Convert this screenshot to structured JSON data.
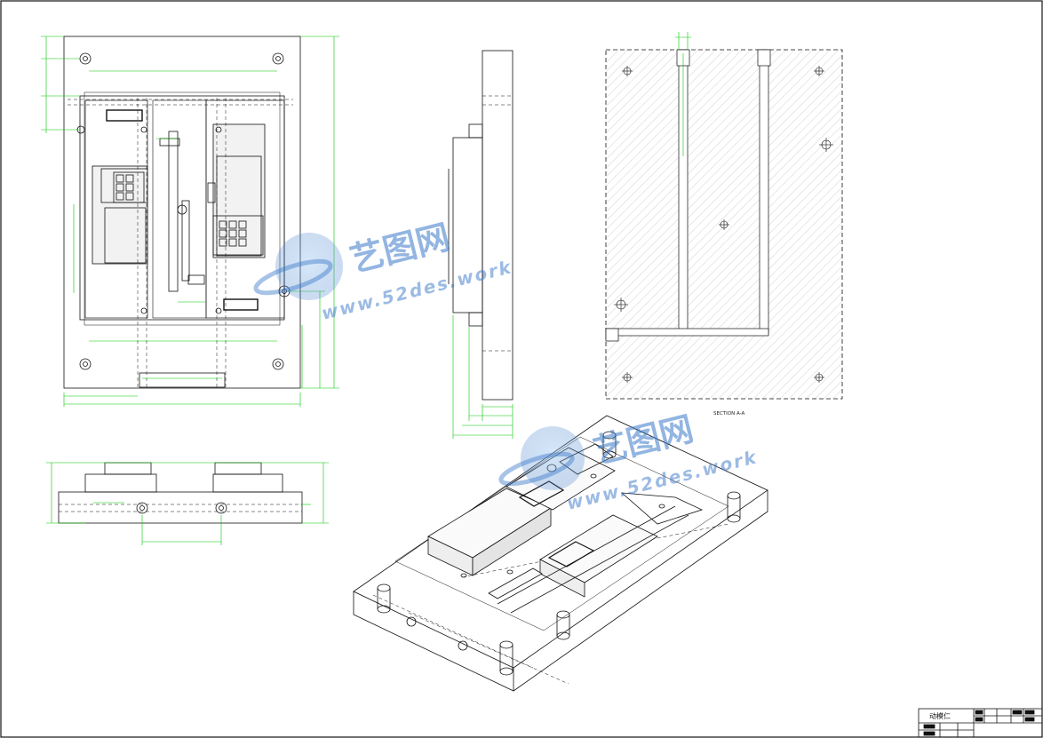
{
  "drawing": {
    "section_label": "SECTION A-A",
    "part_name": "动模仁"
  },
  "watermark": {
    "brand_cn": "艺图网",
    "url": "www.52des.work",
    "accent": "#3c79c9"
  },
  "colors": {
    "line": "#111111",
    "dimension": "#00c800",
    "hatch": "#b4b4b4"
  }
}
